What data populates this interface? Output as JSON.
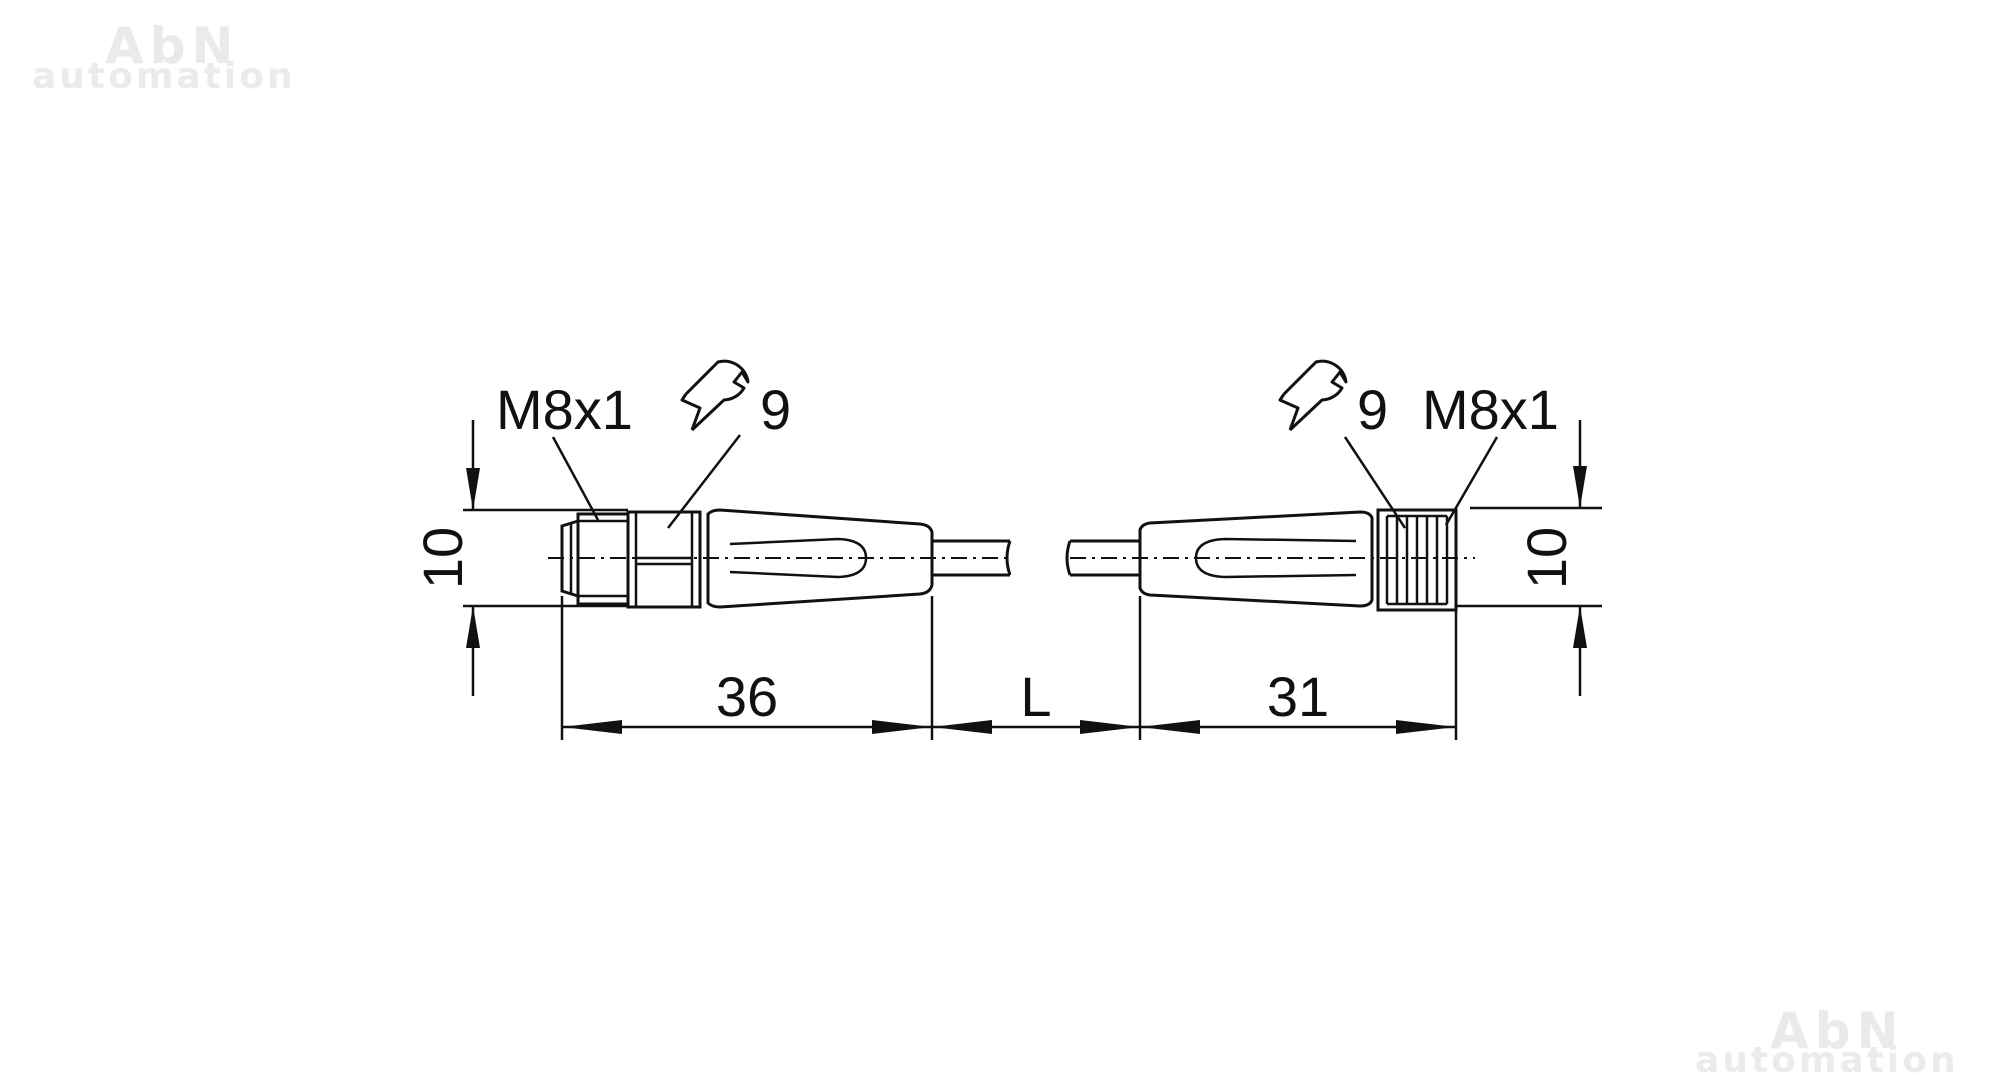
{
  "watermark": {
    "top_left": {
      "line1": "AbN",
      "line2": "automation"
    },
    "bottom_right": {
      "line1": "AbN",
      "line2": "automation"
    }
  },
  "connector_left": {
    "thread_label": "M8x1",
    "wrench_size": "9",
    "height_label": "10",
    "length_label": "36"
  },
  "cable": {
    "length_label": "L"
  },
  "connector_right": {
    "thread_label": "M8x1",
    "wrench_size": "9",
    "height_label": "10",
    "length_label": "31"
  },
  "icons": {
    "wrench": "wrench-icon"
  },
  "colors": {
    "line": "#111111",
    "watermark": "#eaeaea",
    "background": "#ffffff"
  }
}
